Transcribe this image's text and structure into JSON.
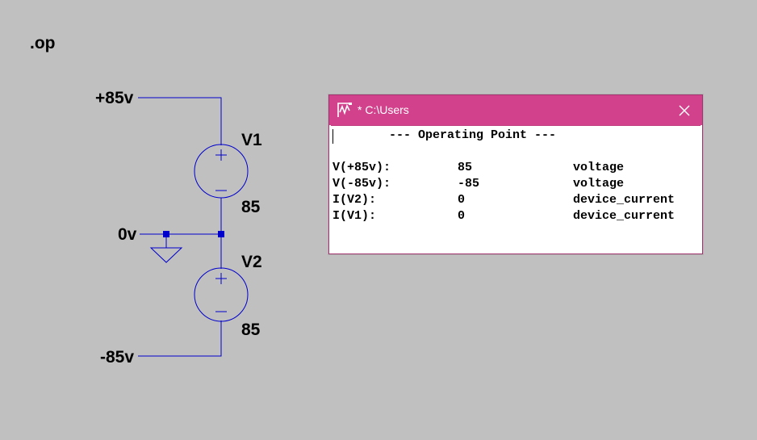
{
  "schematic": {
    "directive": ".op",
    "nets": {
      "top": "+85v",
      "middle": "0v",
      "bottom": "-85v"
    },
    "sources": [
      {
        "name": "V1",
        "value": "85"
      },
      {
        "name": "V2",
        "value": "85"
      }
    ],
    "colors": {
      "background": "#c0c0c0",
      "wire": "#0000cc"
    }
  },
  "output_window": {
    "title": "* C:\\Users",
    "icon": "ltspice-waveform-icon",
    "close_icon": "close-icon",
    "titlebar_color": "#d2428c",
    "header": "--- Operating Point ---",
    "rows": [
      {
        "name": "V(+85v):",
        "value": "85",
        "type": "voltage"
      },
      {
        "name": "V(-85v):",
        "value": "-85",
        "type": "voltage"
      },
      {
        "name": "I(V2):",
        "value": "0",
        "type": "device_current"
      },
      {
        "name": "I(V1):",
        "value": "0",
        "type": "device_current"
      }
    ]
  }
}
